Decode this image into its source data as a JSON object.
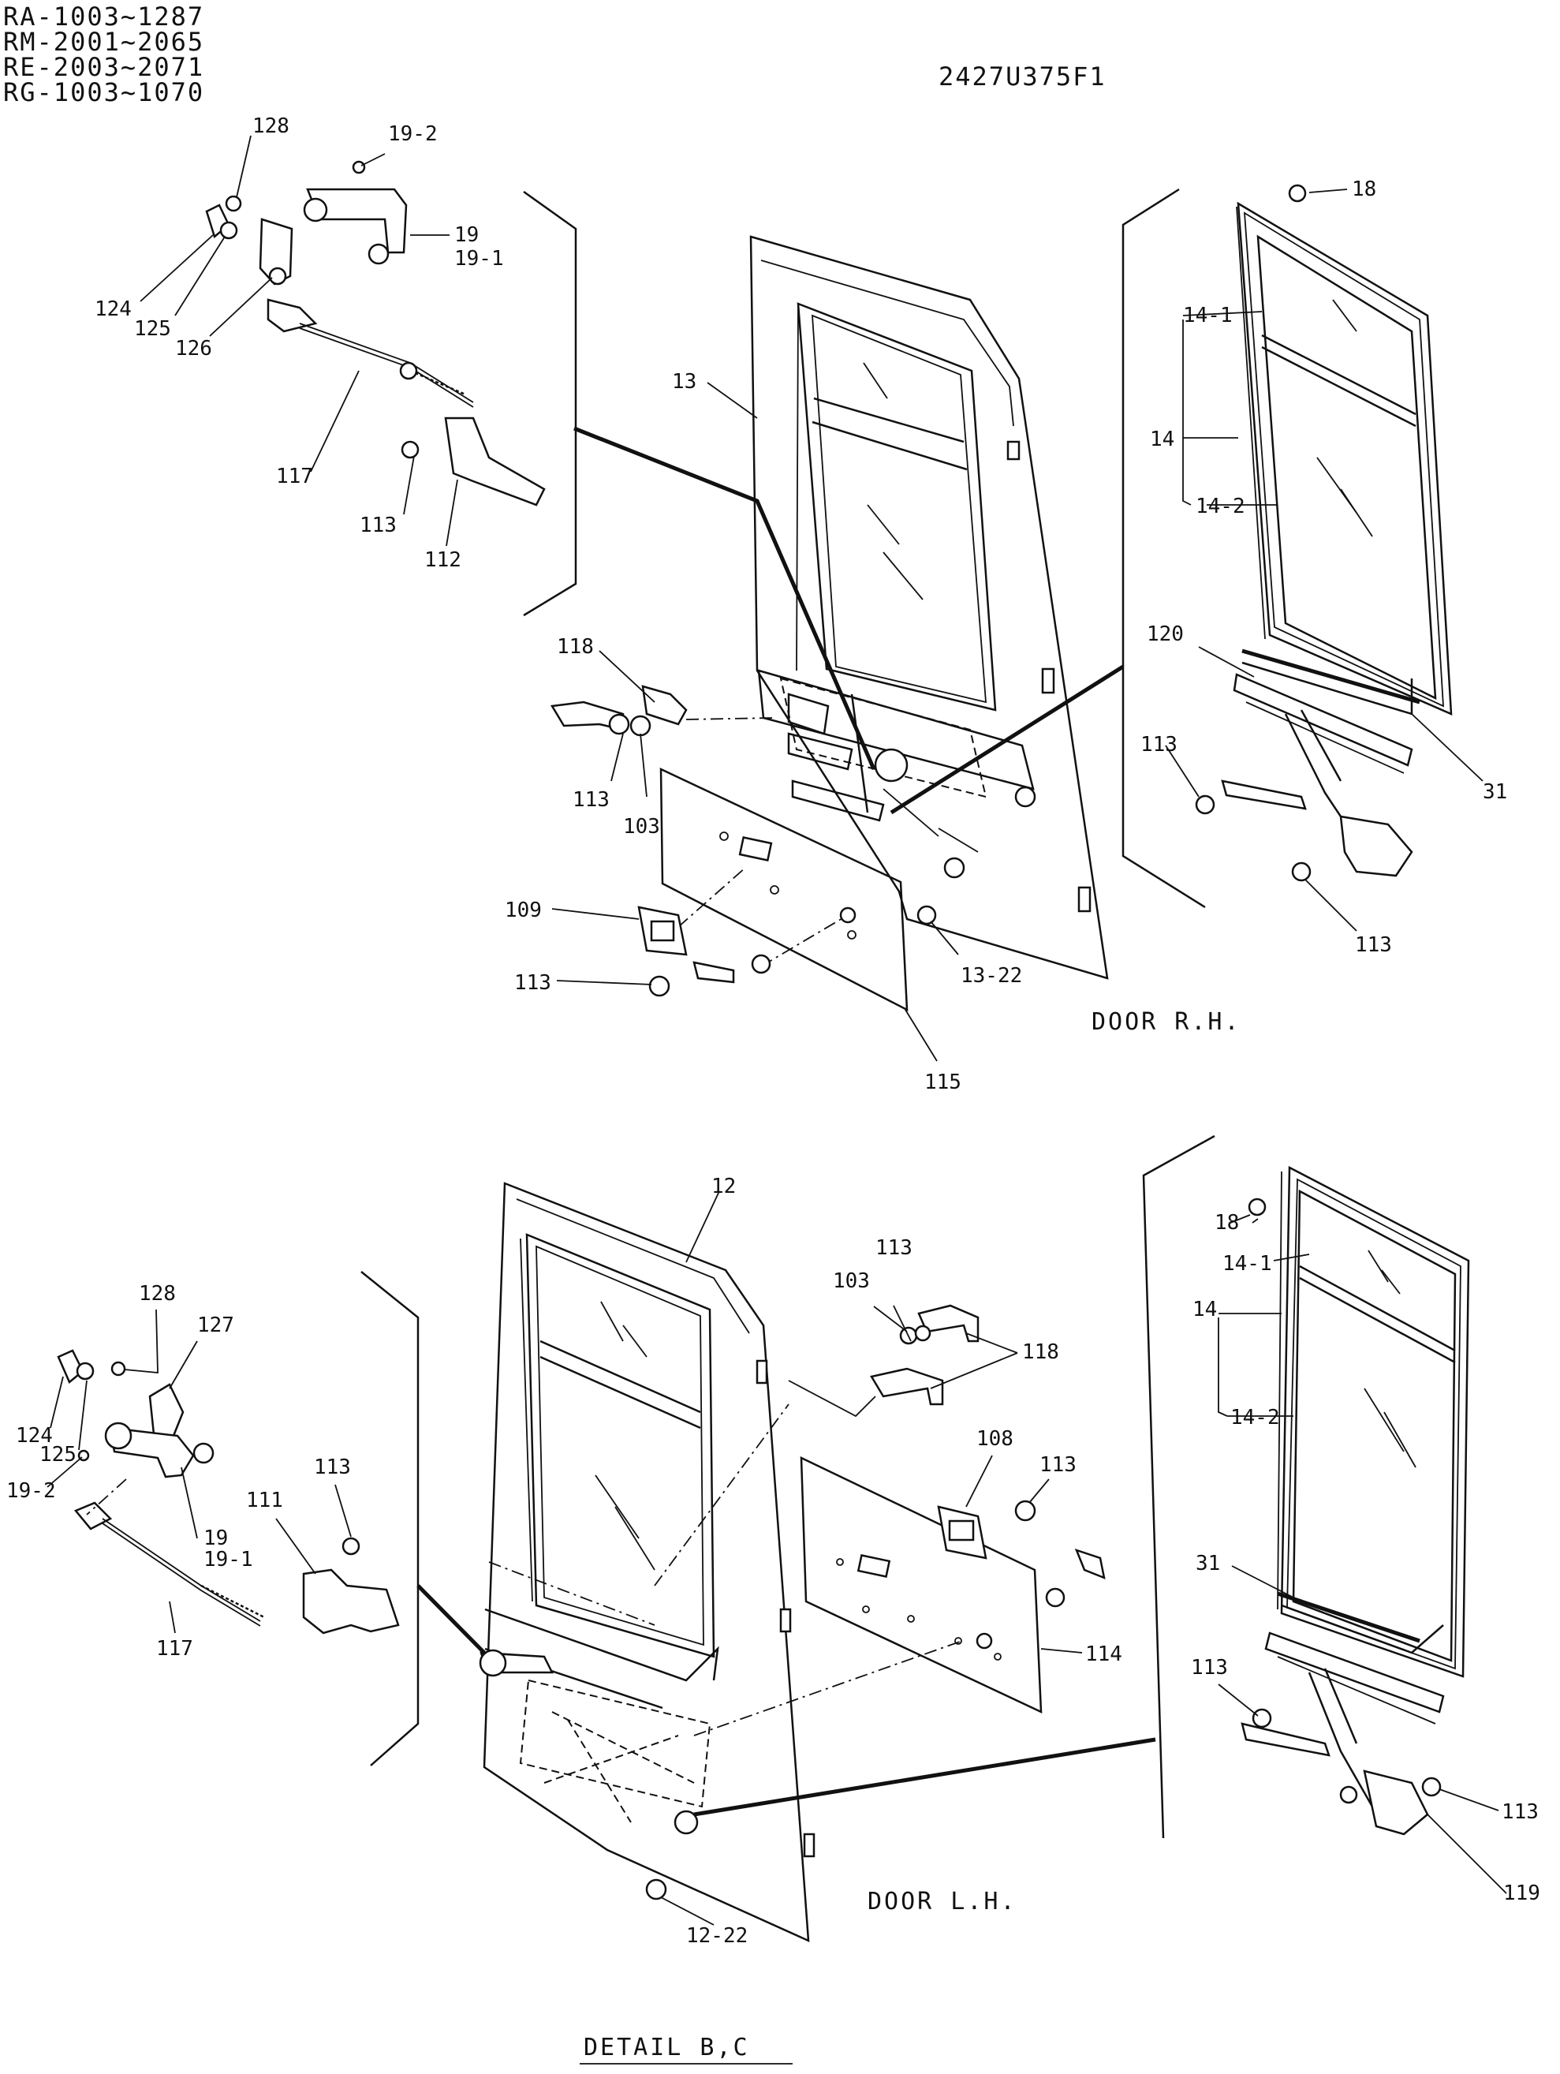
{
  "serial_ranges": [
    "RA-1003~1287",
    "RM-2001~2065",
    "RE-2003~2071",
    "RG-1003~1070"
  ],
  "drawing_number": "2427U375F1",
  "door_rh": {
    "caption": "DOOR R.H.",
    "labels": {
      "p128": "128",
      "p19_2": "19-2",
      "p19": "19",
      "p19_1": "19-1",
      "p124": "124",
      "p125": "125",
      "p126": "126",
      "p117": "117",
      "p113a": "113",
      "p112": "112",
      "p13": "13",
      "p18": "18",
      "p14_1": "14-1",
      "p14": "14",
      "p14_2": "14-2",
      "p120": "120",
      "p118": "118",
      "p113b": "113",
      "p103": "103",
      "p113c": "113",
      "p31": "31",
      "p109": "109",
      "p113d": "113",
      "p113e": "113",
      "p13_22": "13-22",
      "p115": "115"
    }
  },
  "door_lh": {
    "caption": "DOOR L.H.",
    "labels": {
      "p12": "12",
      "p18": "18",
      "p14_1": "14-1",
      "p14": "14",
      "p14_2": "14-2",
      "p113a": "113",
      "p103": "103",
      "p118": "118",
      "p128": "128",
      "p127": "127",
      "p124": "124",
      "p125": "125",
      "p19_2": "19-2",
      "p19": "19",
      "p19_1": "19-1",
      "p111": "111",
      "p113b": "113",
      "p117": "117",
      "p108": "108",
      "p113c": "113",
      "p114": "114",
      "p31": "31",
      "p113d": "113",
      "p113e": "113",
      "p119": "119",
      "p12_22": "12-22"
    }
  },
  "detail_caption": "DETAIL B,C"
}
